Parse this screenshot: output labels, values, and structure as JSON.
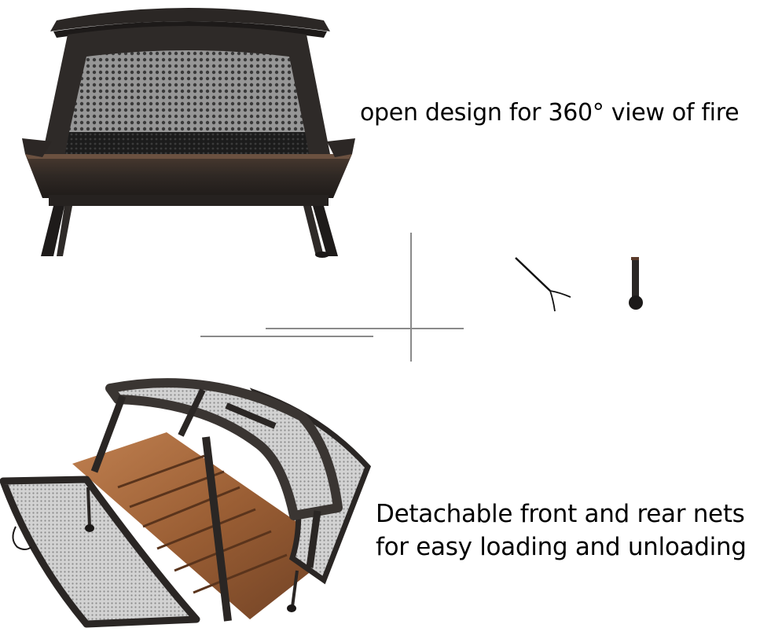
{
  "captions": {
    "top": "open design for 360° view of fire",
    "bottom_line1": "Detachable front and rear nets",
    "bottom_line2": "for easy loading and unloading"
  },
  "images": {
    "top_product": "fire-pit-front-view",
    "bottom_product": "fire-pit-open-nets-view",
    "accessories": [
      "fire-poker-icon",
      "leg-foot-icon"
    ]
  },
  "colors": {
    "background": "#ffffff",
    "metal_dark": "#2a2624",
    "metal_mid": "#3a3532",
    "mesh_light": "#b8b8b8",
    "copper": "#a8683a",
    "guide_line": "#8a8a8a",
    "text": "#000000"
  }
}
